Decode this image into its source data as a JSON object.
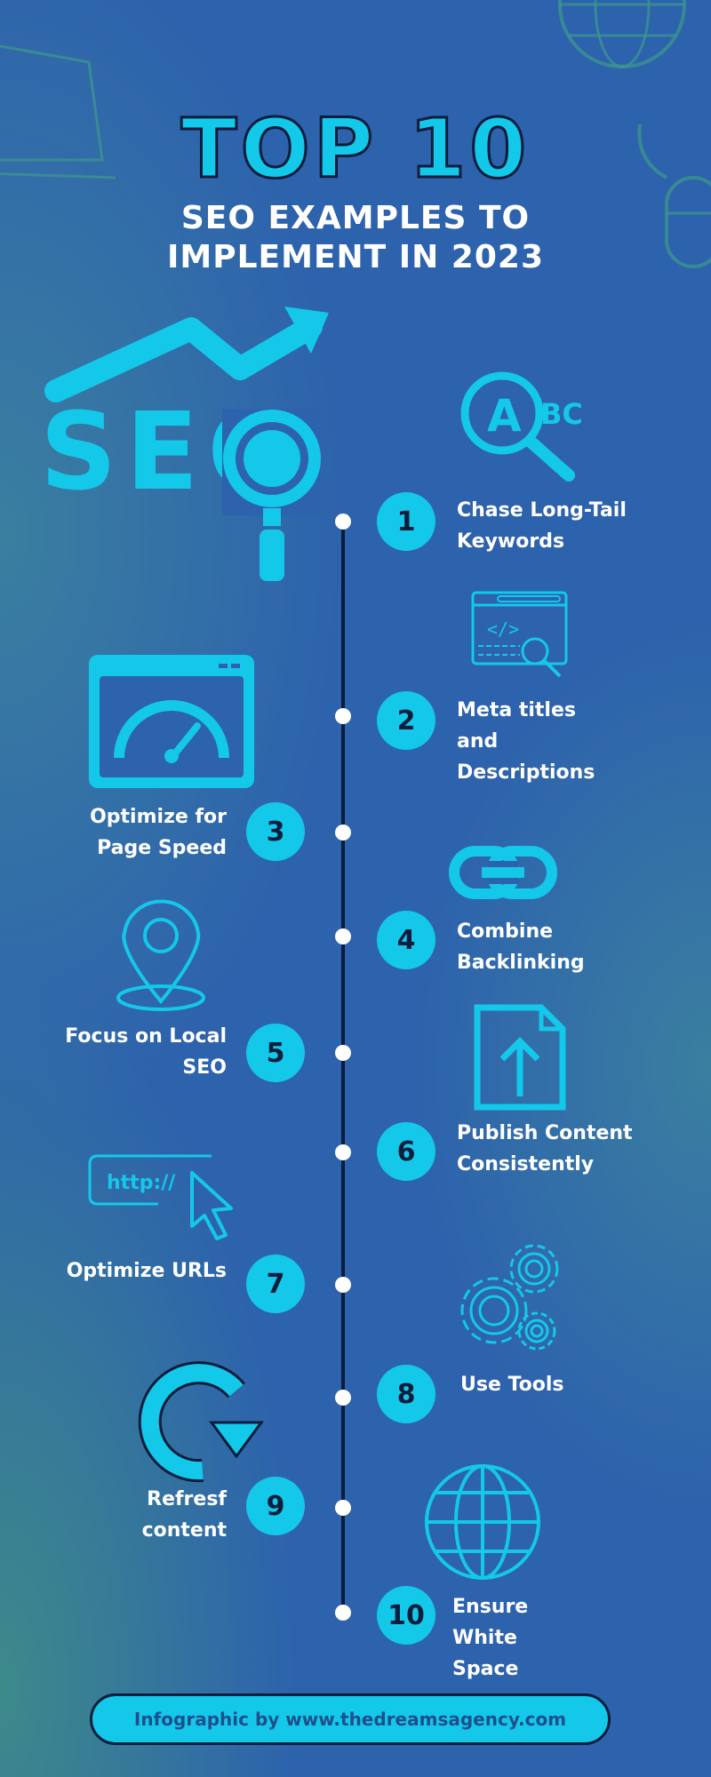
{
  "header": {
    "title": "TOP 10",
    "subtitle_line1": "SEO EXAMPLES TO",
    "subtitle_line2": "IMPLEMENT IN 2023"
  },
  "hero": {
    "seo_text": "SEO"
  },
  "icons": {
    "abc_letter_a": "A",
    "abc_letters_bc": "BC",
    "code_tag": "</>",
    "http_text": "http://"
  },
  "steps": [
    {
      "number": "1",
      "label": "Chase Long-Tail\nKeywords",
      "side": "right",
      "icon": "abc-magnifier-icon"
    },
    {
      "number": "2",
      "label": "Meta titles\nand\nDescriptions",
      "side": "right",
      "icon": "code-window-icon"
    },
    {
      "number": "3",
      "label": "Optimize for\nPage Speed",
      "side": "left",
      "icon": "speedometer-window-icon"
    },
    {
      "number": "4",
      "label": "Combine\nBacklinking",
      "side": "right",
      "icon": "link-icon"
    },
    {
      "number": "5",
      "label": "Focus on Local\nSEO",
      "side": "left",
      "icon": "location-pin-icon"
    },
    {
      "number": "6",
      "label": "Publish Content\nConsistently",
      "side": "right",
      "icon": "upload-document-icon"
    },
    {
      "number": "7",
      "label": "Optimize URLs",
      "side": "left",
      "icon": "url-cursor-icon"
    },
    {
      "number": "8",
      "label": "Use Tools",
      "side": "right",
      "icon": "gears-icon"
    },
    {
      "number": "9",
      "label": "Refresf\ncontent",
      "side": "left",
      "icon": "refresh-arrow-icon"
    },
    {
      "number": "10",
      "label": "Ensure\nWhite\nSpace",
      "side": "right",
      "icon": "globe-icon"
    }
  ],
  "footer": {
    "text": "Infographic by www.thedreamsagency.com"
  },
  "colors": {
    "background": "#2d62ad",
    "accent": "#14c8ea",
    "dark": "#0b1c3c",
    "text": "#ffffff"
  }
}
